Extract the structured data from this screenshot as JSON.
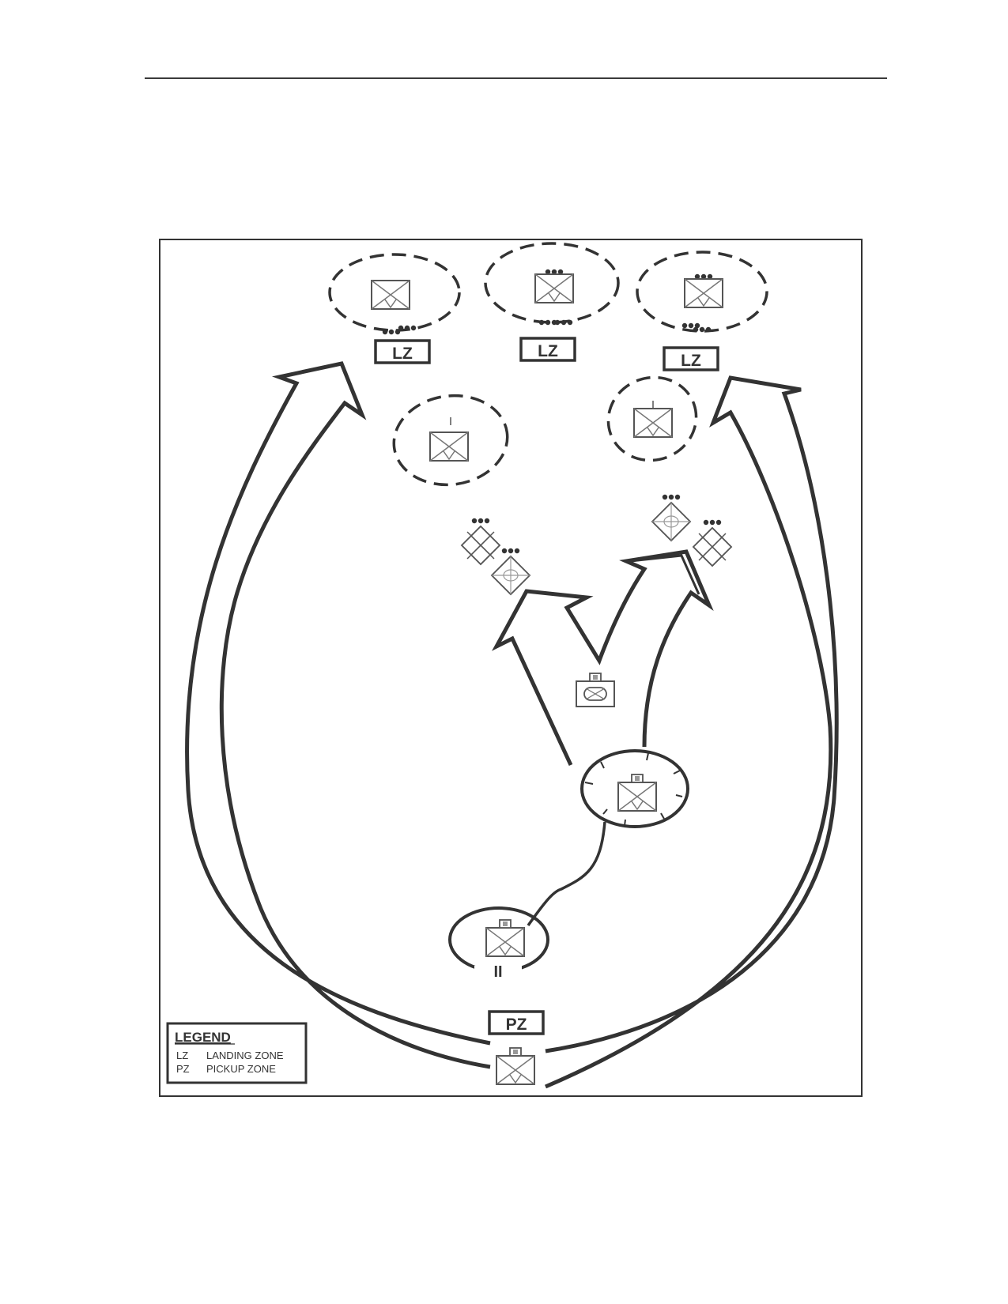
{
  "diagram": {
    "zone_labels": {
      "lz_1": "LZ",
      "lz_2": "LZ",
      "lz_3": "LZ",
      "pz": "PZ"
    },
    "echelon_marks": {
      "battalion": "II"
    },
    "legend": {
      "title": "LEGEND",
      "items": [
        {
          "abbr": "LZ",
          "text": "LANDING ZONE"
        },
        {
          "abbr": "PZ",
          "text": "PICKUP ZONE"
        }
      ]
    },
    "colors": {
      "line": "#333333",
      "symbol": "#555555",
      "background": "#ffffff"
    }
  }
}
